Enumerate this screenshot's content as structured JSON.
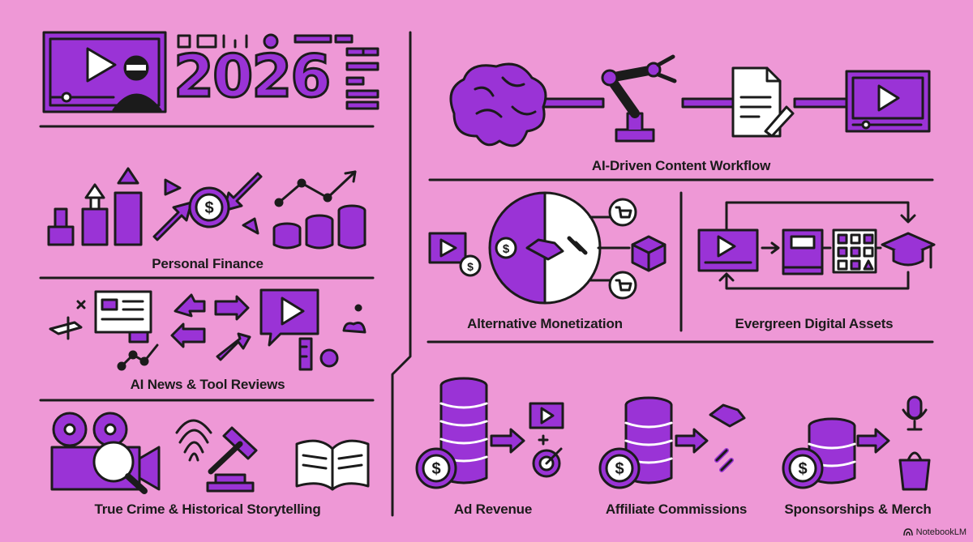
{
  "header": {
    "year": "2026"
  },
  "niches": {
    "personal_finance": "Personal Finance",
    "ai_news": "AI News & Tool Reviews",
    "true_crime": "True Crime & Historical Storytelling"
  },
  "workflow": {
    "label": "AI-Driven Content Workflow"
  },
  "monetization": {
    "alternative": "Alternative Monetization",
    "evergreen": "Evergreen Digital Assets"
  },
  "revenue": {
    "ad": "Ad Revenue",
    "affiliate": "Affiliate Commissions",
    "sponsorships": "Sponsorships & Merch"
  },
  "brand": {
    "name": "NotebookLM"
  },
  "colors": {
    "background": "#ee98d6",
    "accent": "#9a33d6",
    "ink": "#1b1b1b",
    "paper": "#ffffff"
  }
}
